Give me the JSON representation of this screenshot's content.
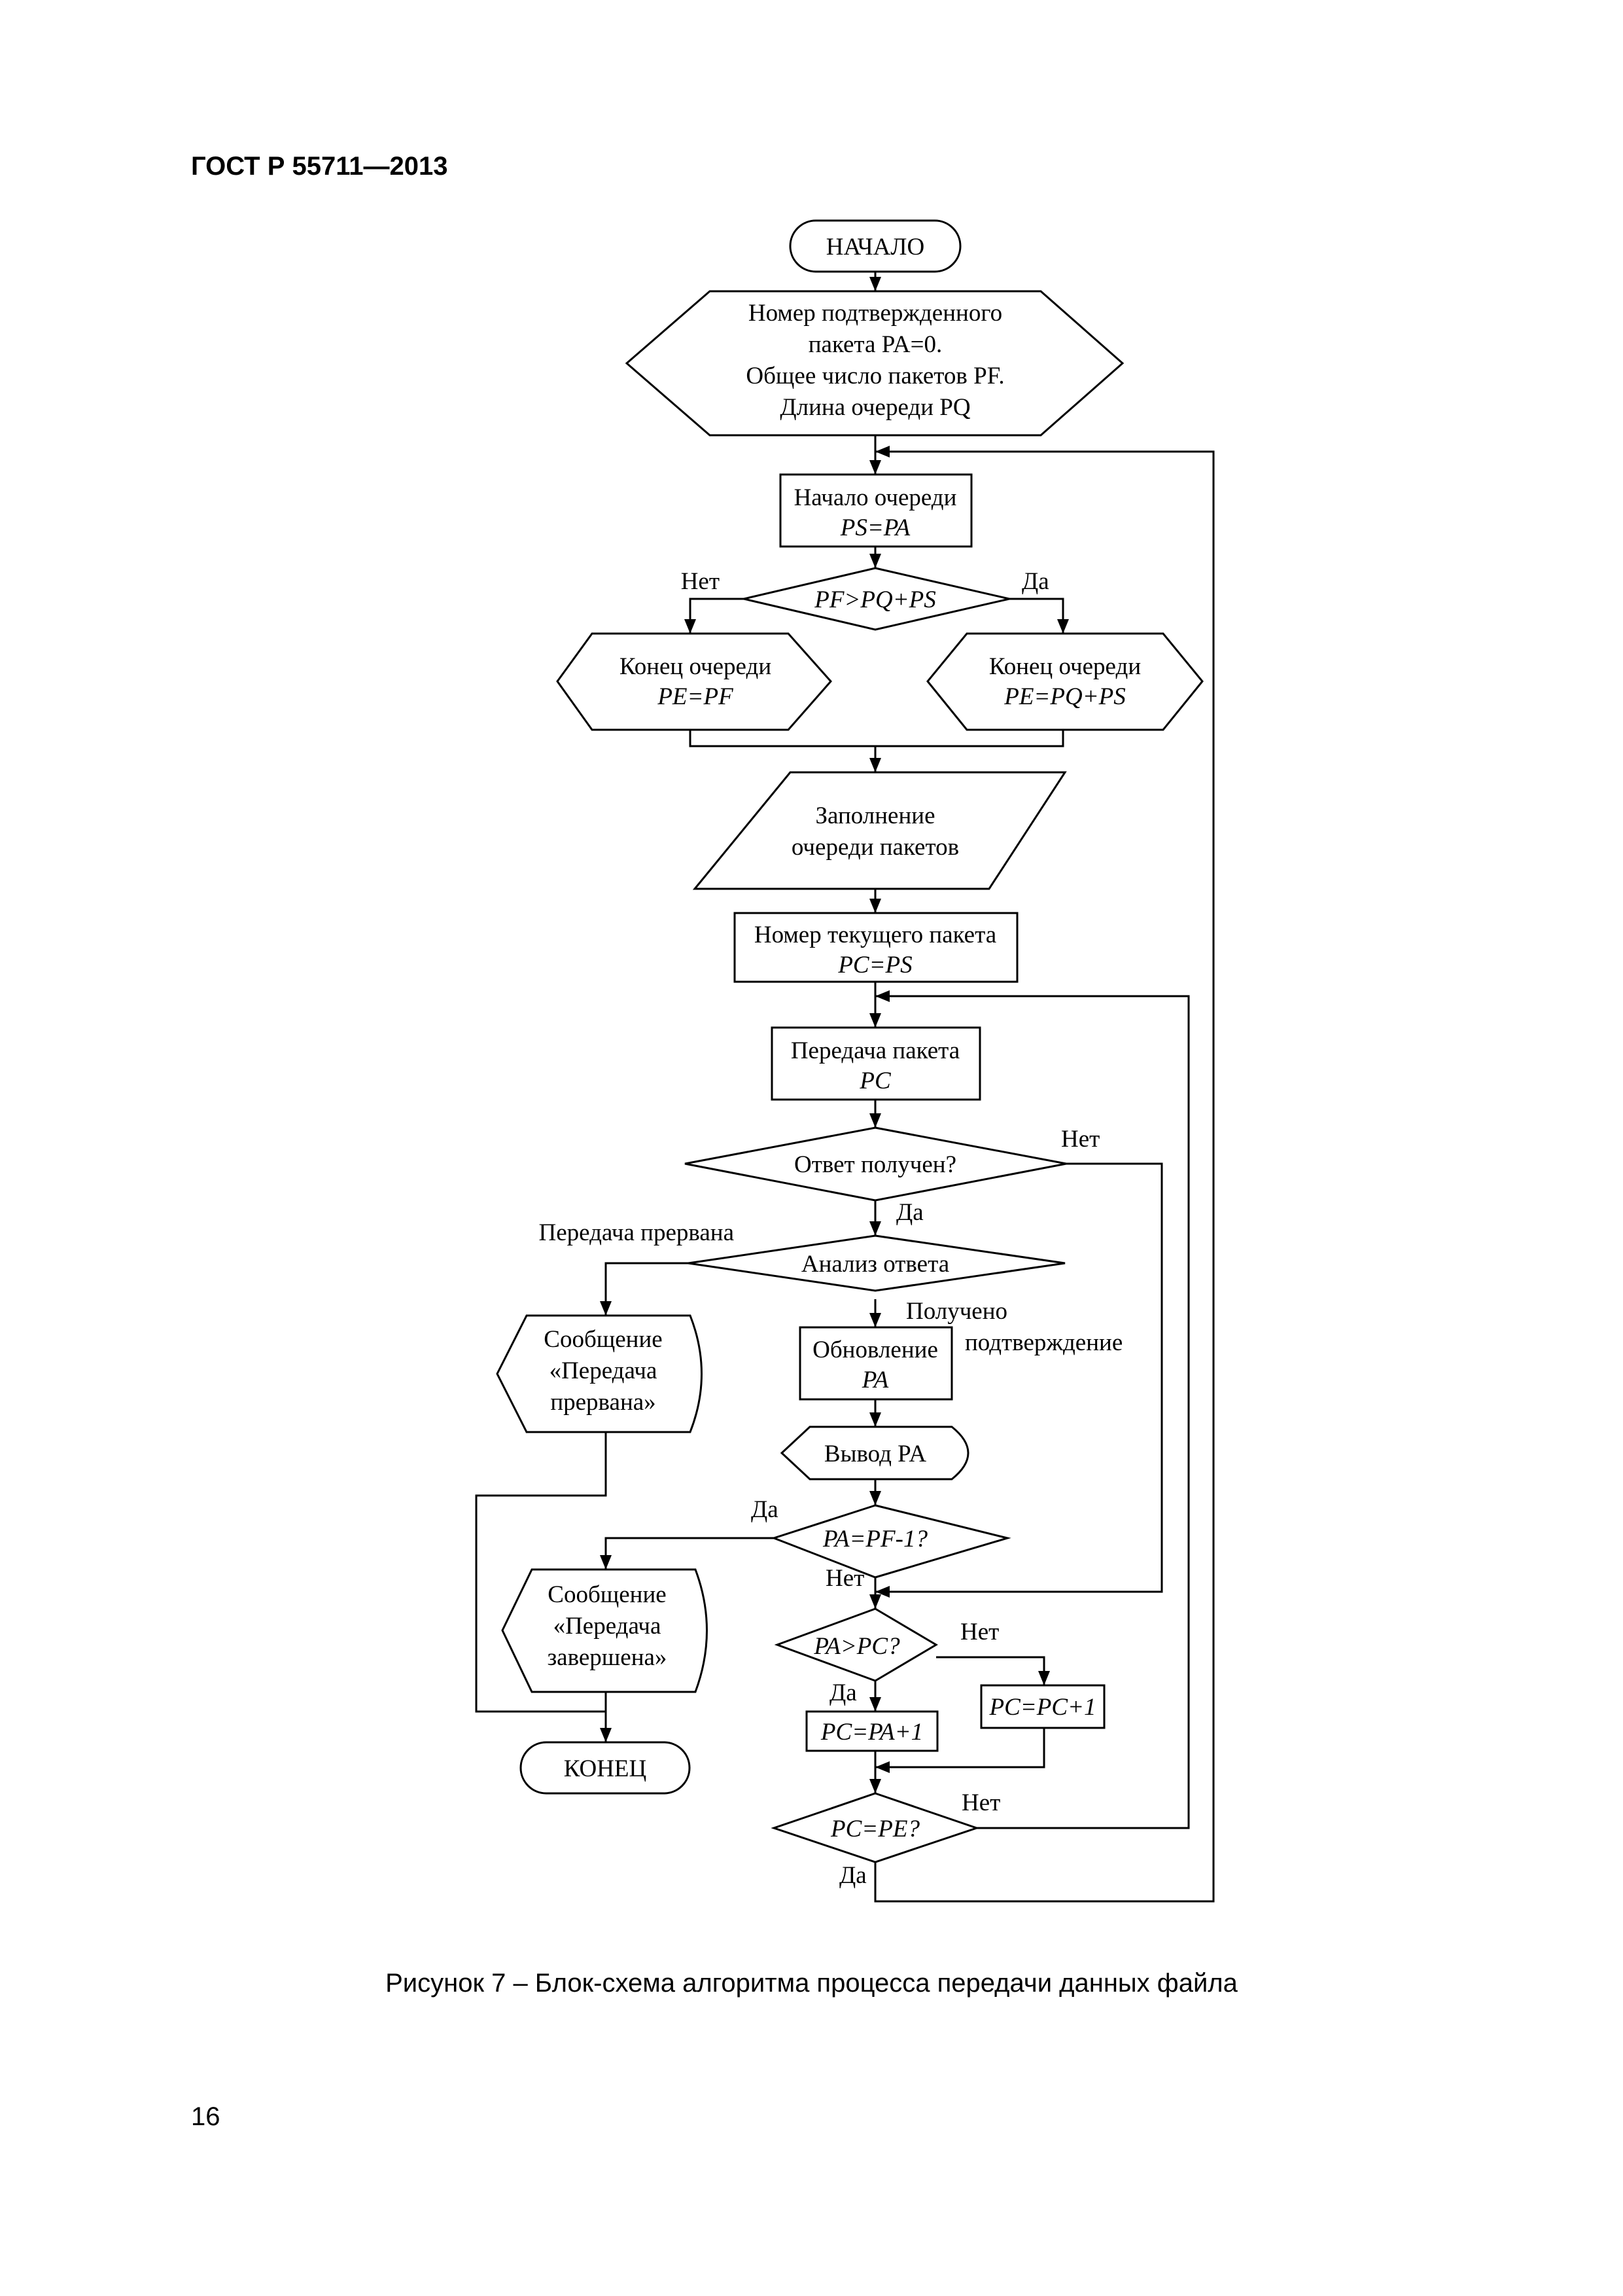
{
  "header": {
    "standard": "ГОСТ Р 55711—2013"
  },
  "page_number": "16",
  "caption": "Рисунок 7 – Блок-схема алгоритма процесса передачи данных файла",
  "flowchart": {
    "start": "НАЧАЛО",
    "init": [
      "Номер подтвержденного",
      "пакета PA=0.",
      "Общее число пакетов PF.",
      "Длина очереди PQ"
    ],
    "queue_start": [
      "Начало очереди",
      "PS=PA"
    ],
    "cond_queue": "PF>PQ+PS",
    "no": "Нет",
    "yes": "Да",
    "queue_end_no": [
      "Конец очереди",
      "PE=PF"
    ],
    "queue_end_yes": [
      "Конец очереди",
      "PE=PQ+PS"
    ],
    "fill_queue": [
      "Заполнение",
      "очереди пакетов"
    ],
    "current_packet": [
      "Номер текущего пакета",
      "PC=PS"
    ],
    "send_packet": [
      "Передача пакета",
      "PC"
    ],
    "cond_answer": "Ответ получен?",
    "analysis": "Анализ ответа",
    "interrupted": "Передача прервана",
    "confirmation": [
      "Получено",
      "подтверждение"
    ],
    "msg_interrupted": [
      "Сообщение",
      "«Передача",
      "прервана»"
    ],
    "update_pa": [
      "Обновление",
      "PA"
    ],
    "output_pa": "Вывод PA",
    "cond_last": "PA=PF-1?",
    "msg_done": [
      "Сообщение",
      "«Передача",
      "завершена»"
    ],
    "cond_pa_pc": "PA>PC?",
    "pc_inc": "PC=PC+1",
    "pc_pa": "PC=PA+1",
    "end": "КОНЕЦ",
    "cond_pc_pe": "PC=PE?"
  }
}
